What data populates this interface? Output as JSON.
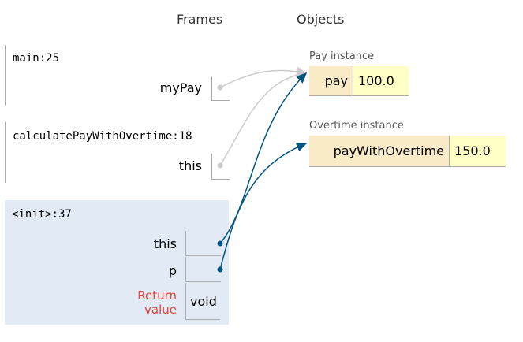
{
  "headers": {
    "frames": "Frames",
    "objects": "Objects"
  },
  "frames": [
    {
      "title": "main:25",
      "vars": [
        {
          "name": "myPay"
        }
      ]
    },
    {
      "title": "calculatePayWithOvertime:18",
      "vars": [
        {
          "name": "this"
        }
      ]
    },
    {
      "title": "<init>:37",
      "vars": [
        {
          "name": "this"
        },
        {
          "name": "p"
        }
      ],
      "return_label": "Return value",
      "return_value": "void"
    }
  ],
  "objects": [
    {
      "label": "Pay instance",
      "key": "pay",
      "value": "100.0"
    },
    {
      "label": "Overtime instance",
      "key": "payWithOvertime",
      "value": "150.0"
    }
  ],
  "colors": {
    "active_frame_bg": "#e2eaf5",
    "pointer_active": "#005583",
    "pointer_inactive": "#cccccc",
    "return_label": "#e93f34"
  }
}
